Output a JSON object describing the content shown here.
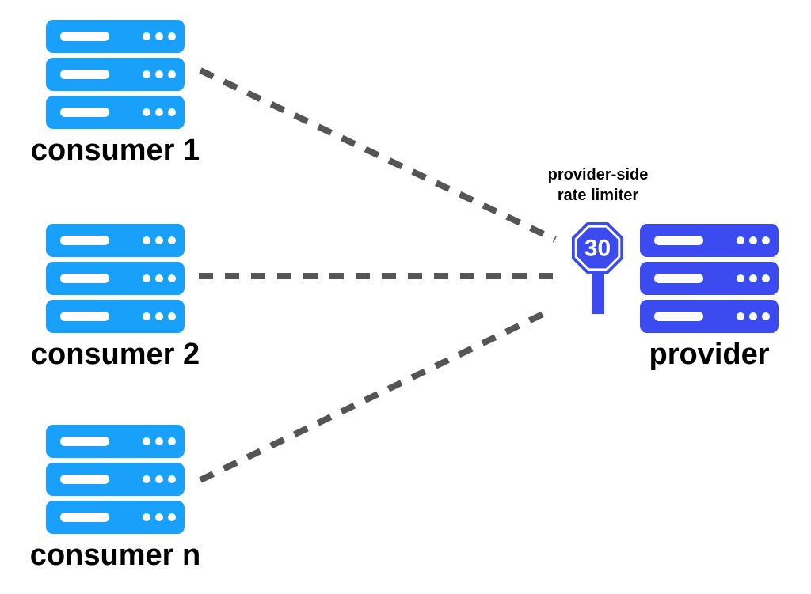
{
  "diagram": {
    "consumers": [
      {
        "label": "consumer 1"
      },
      {
        "label": "consumer 2"
      },
      {
        "label": "consumer n"
      }
    ],
    "provider": {
      "label": "provider"
    },
    "rate_limiter": {
      "caption_line1": "provider-side",
      "caption_line2": "rate limiter",
      "limit_value": "30"
    },
    "colors": {
      "consumer_server": "#18A0FB",
      "provider_server": "#3B4BEF",
      "sign": "#3B4BEF",
      "connector": "#555555",
      "text": "#000000",
      "background": "#FFFFFF"
    }
  }
}
